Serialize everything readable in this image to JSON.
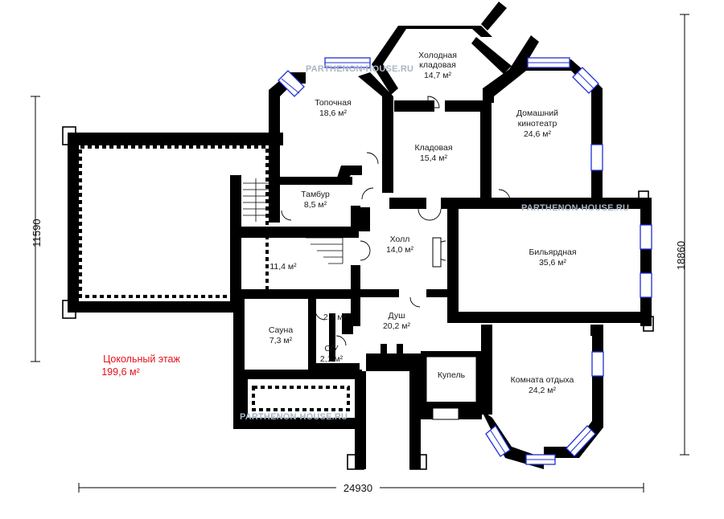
{
  "floor": {
    "name": "Цокольный этаж",
    "area": "199,6 м²",
    "accent_color": "#e8101a"
  },
  "dimensions": {
    "width": "24930",
    "depth": "18860",
    "left_depth": "11590"
  },
  "watermark": "PARTHENON-HOUSE.RU",
  "rooms": {
    "cold_storage": {
      "name_line1": "Холодная",
      "name_line2": "кладовая",
      "area": "14,7 м²"
    },
    "boiler": {
      "name": "Топочная",
      "area": "18,6 м²"
    },
    "storage": {
      "name": "Кладовая",
      "area": "15,4 м²"
    },
    "cinema": {
      "name_line1": "Домашний",
      "name_line2": "кинотеатр",
      "area": "24,6 м²"
    },
    "vestibule": {
      "name": "Тамбур",
      "area": "8,5 м²"
    },
    "hall": {
      "name": "Холл",
      "area": "14,0 м²"
    },
    "billiard": {
      "name": "Бильярдная",
      "area": "35,6 м²"
    },
    "unnamed": {
      "area": "11,4 м²"
    },
    "sauna": {
      "name": "Сауна",
      "area": "7,3 м²"
    },
    "small": {
      "area": "2,7 м²"
    },
    "shower": {
      "name": "Душ",
      "area": "20,2 м²"
    },
    "wc": {
      "name": "С/У",
      "area": "2,1 м²"
    },
    "plunge_pool": {
      "name": "Купель"
    },
    "rest_room": {
      "name": "Комната отдыха",
      "area": "24,2 м²"
    }
  },
  "colors": {
    "wall": "#000000",
    "window": "#1f2fd6",
    "watermark": "#a9b6c4"
  }
}
